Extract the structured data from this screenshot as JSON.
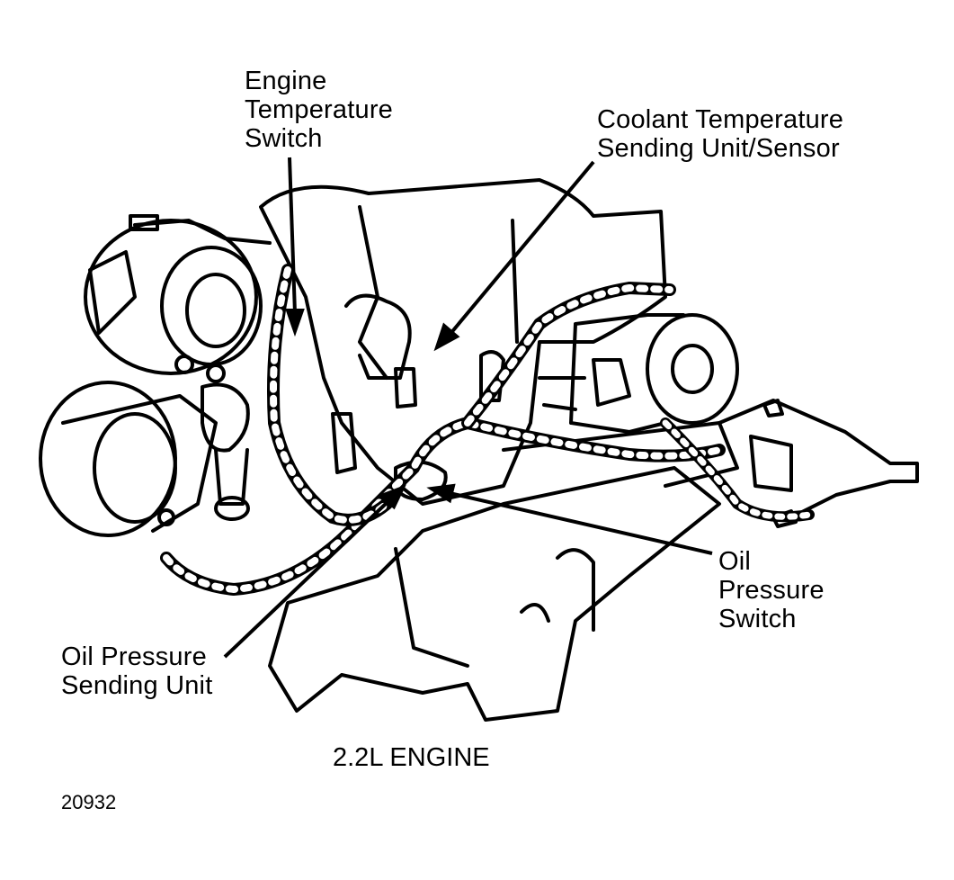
{
  "labels": {
    "engine_temperature_switch": [
      "Engine",
      "Temperature",
      "Switch"
    ],
    "coolant_temperature_sending_unit": [
      "Coolant Temperature",
      "Sending Unit/Sensor"
    ],
    "oil_pressure_switch": [
      "Oil",
      "Pressure",
      "Switch"
    ],
    "oil_pressure_sending_unit": [
      "Oil Pressure",
      "Sending Unit"
    ]
  },
  "caption": "2.2L ENGINE",
  "figure_number": "20932"
}
